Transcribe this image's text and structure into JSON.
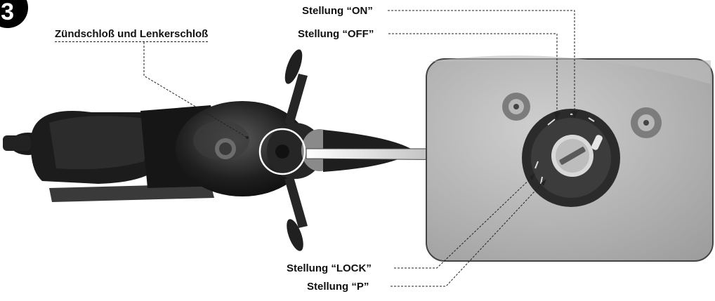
{
  "figure": {
    "step_number": "3",
    "labels": {
      "ignition_switch": "Zündschloß und Lenkerschloß",
      "position_on": "Stellung “ON”",
      "position_off": "Stellung “OFF”",
      "position_lock": "Stellung “LOCK”",
      "position_p": "Stellung “P”"
    }
  }
}
